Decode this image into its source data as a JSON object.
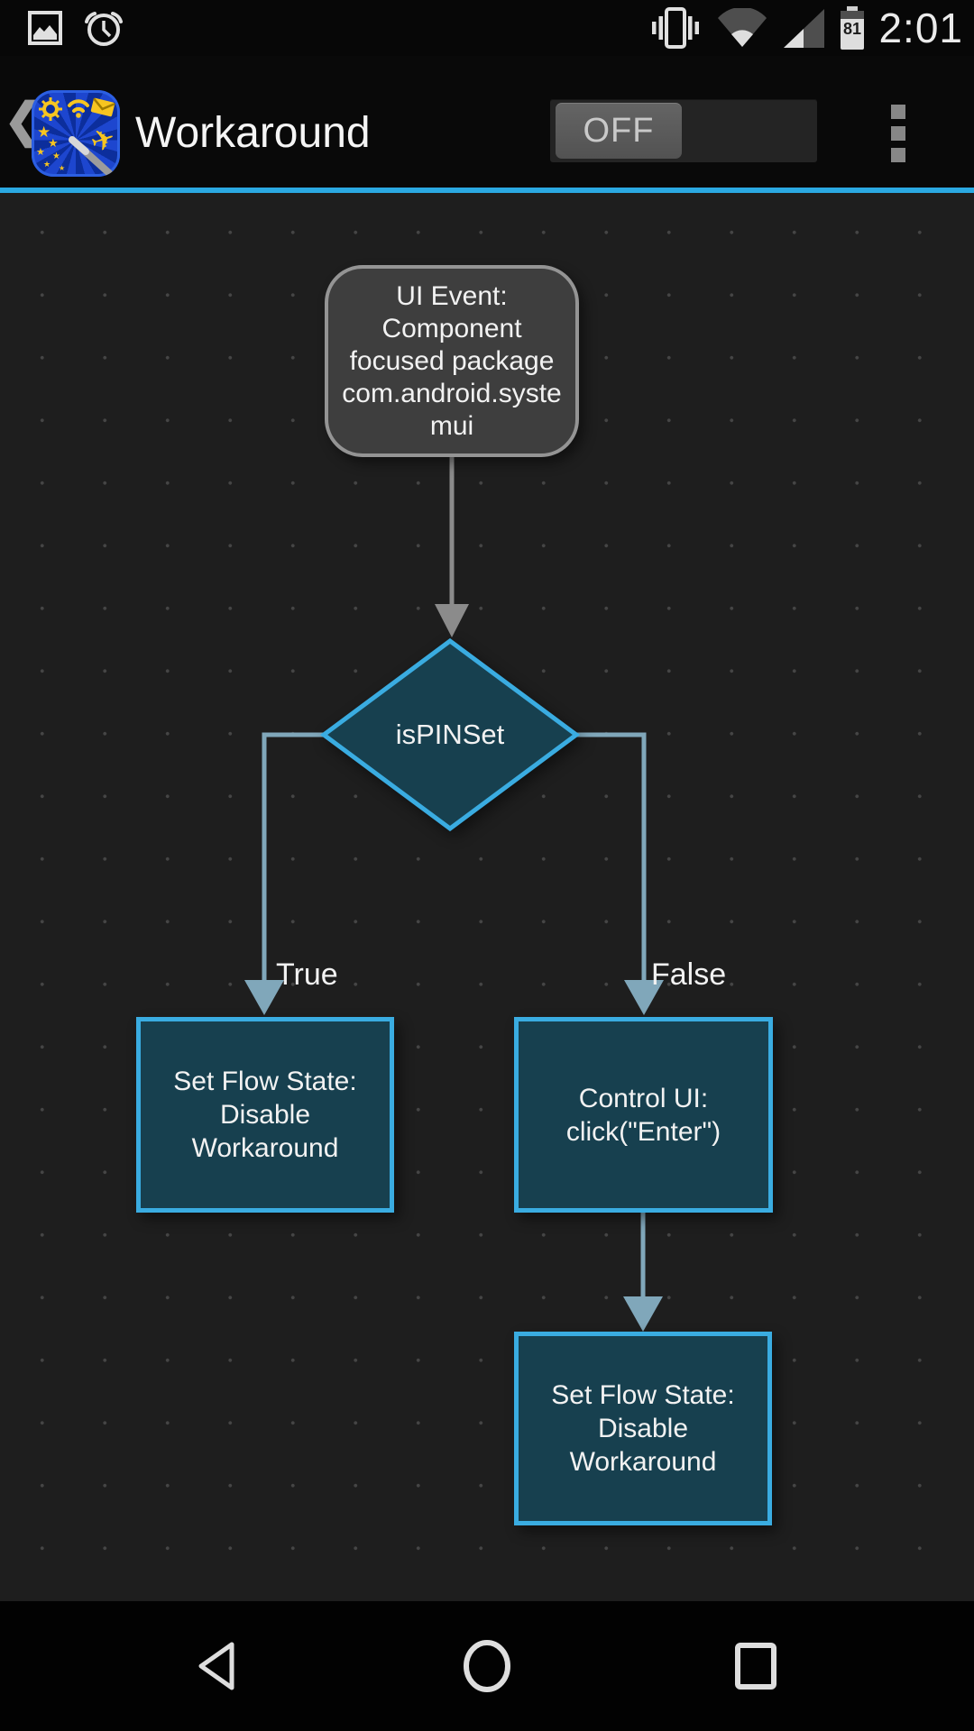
{
  "status_bar": {
    "time": "2:01",
    "battery_percent": "81",
    "left_icons": [
      "photo-notification-icon",
      "alarm-clock-icon"
    ],
    "right_icons": [
      "vibrate-icon",
      "wifi-icon",
      "cell-signal-icon",
      "battery-icon"
    ]
  },
  "app_bar": {
    "title": "Workaround",
    "back_glyph": "❮",
    "toggle": {
      "state_label": "OFF"
    }
  },
  "flowchart": {
    "nodes": {
      "event": {
        "type": "rounded-rect",
        "lines": [
          "UI Event:",
          "Component",
          "focused package",
          "com.android.syste",
          "mui"
        ]
      },
      "decision": {
        "type": "diamond",
        "label": "isPINSet"
      },
      "true_action": {
        "type": "rect",
        "lines": [
          "Set Flow State:",
          "Disable",
          "Workaround"
        ]
      },
      "false_action": {
        "type": "rect",
        "lines": [
          "Control UI:",
          "click(\"Enter\")"
        ]
      },
      "end_action": {
        "type": "rect",
        "lines": [
          "Set Flow State:",
          "Disable",
          "Workaround"
        ]
      }
    },
    "edges": {
      "true_label": "True",
      "false_label": "False"
    }
  },
  "nav_bar": {
    "icons": [
      "back-triangle-icon",
      "home-circle-icon",
      "recents-square-icon"
    ]
  },
  "colors": {
    "accent": "#2ba9e2",
    "canvas_bg": "#1e1e1e",
    "node_fill": "#3e3e3e",
    "node_border": "#949494",
    "box_fill": "#17404f",
    "box_border": "#3aace1",
    "edge_gray": "#8b8b8b",
    "edge_steel": "#80a7ba",
    "text_main": "#f2f2f2"
  }
}
